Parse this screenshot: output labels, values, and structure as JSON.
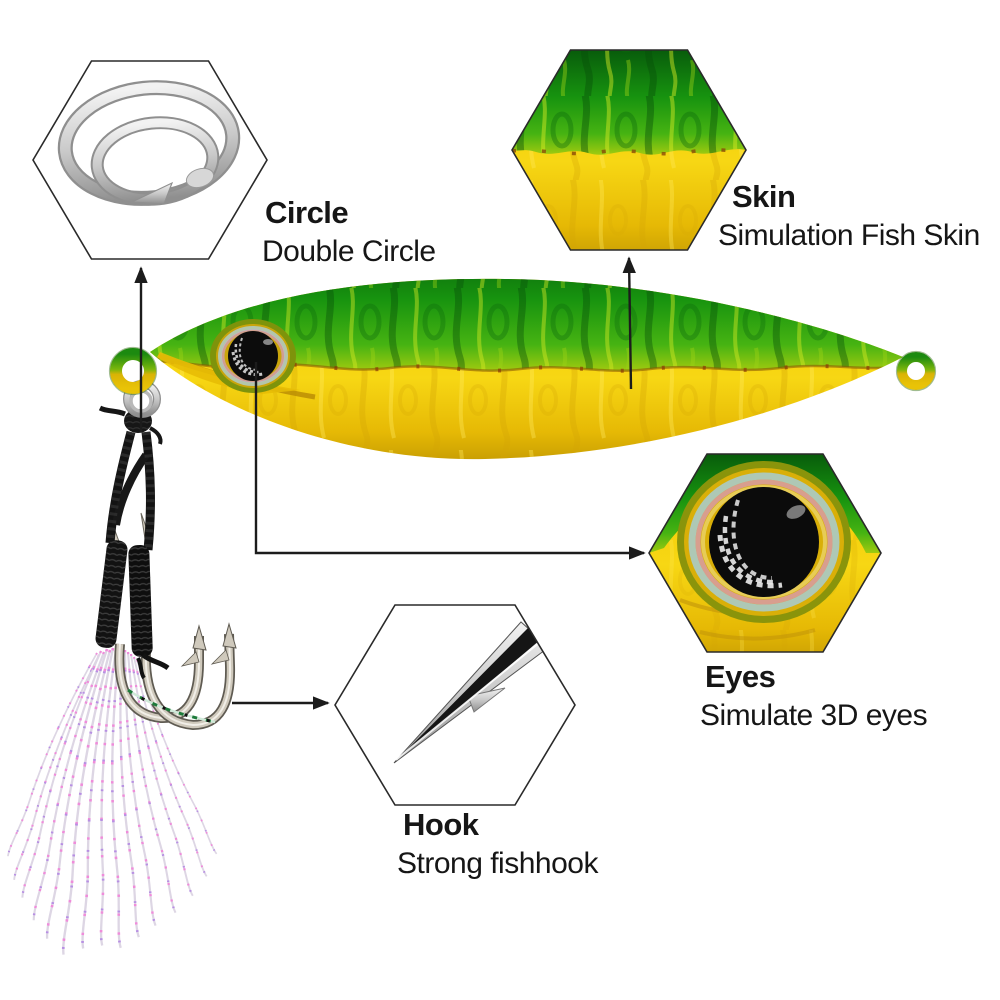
{
  "figure": {
    "subject": "Metal jig fishing lure infographic",
    "background": "#ffffff"
  },
  "callouts": {
    "circle": {
      "title": "Circle",
      "subtitle": "Double Circle"
    },
    "skin": {
      "title": "Skin",
      "subtitle": "Simulation Fish Skin"
    },
    "eyes": {
      "title": "Eyes",
      "subtitle": "Simulate 3D eyes"
    },
    "hook": {
      "title": "Hook",
      "subtitle": "Strong fishhook"
    }
  },
  "colors": {
    "lure_green": "#1fa214",
    "lure_green_dark": "#085c0b",
    "lure_gold": "#f2c808",
    "lure_gold_dark": "#c79c03",
    "text": "#161616",
    "leader_line": "#1c1c1c",
    "hook_silver": "#cfc9bc",
    "ring_silver": "#c9c9c9",
    "cord_black": "#141414",
    "tinsel": "#dcd4e3",
    "tinsel_fleck_pink": "#ef86d9",
    "tinsel_fleck_violet": "#b48ae2"
  }
}
